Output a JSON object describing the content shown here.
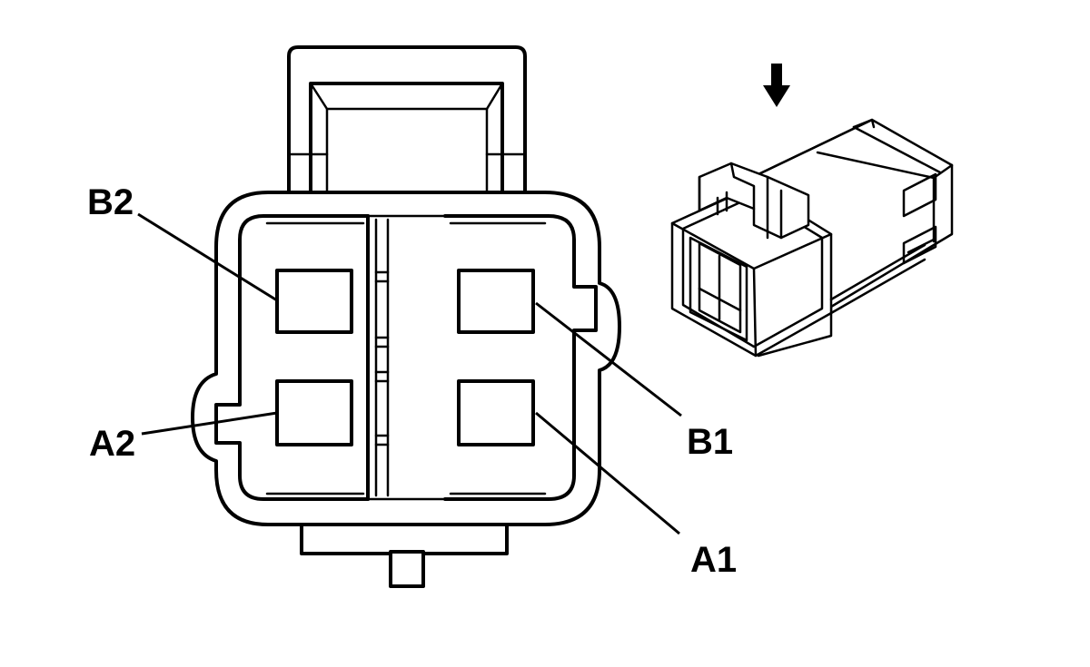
{
  "pin_labels": {
    "b2": "B2",
    "a2": "A2",
    "b1": "B1",
    "a1": "A1"
  },
  "icons": {
    "direction_arrow": "arrow-down-icon"
  },
  "colors": {
    "line": "#000000",
    "background": "#ffffff"
  }
}
